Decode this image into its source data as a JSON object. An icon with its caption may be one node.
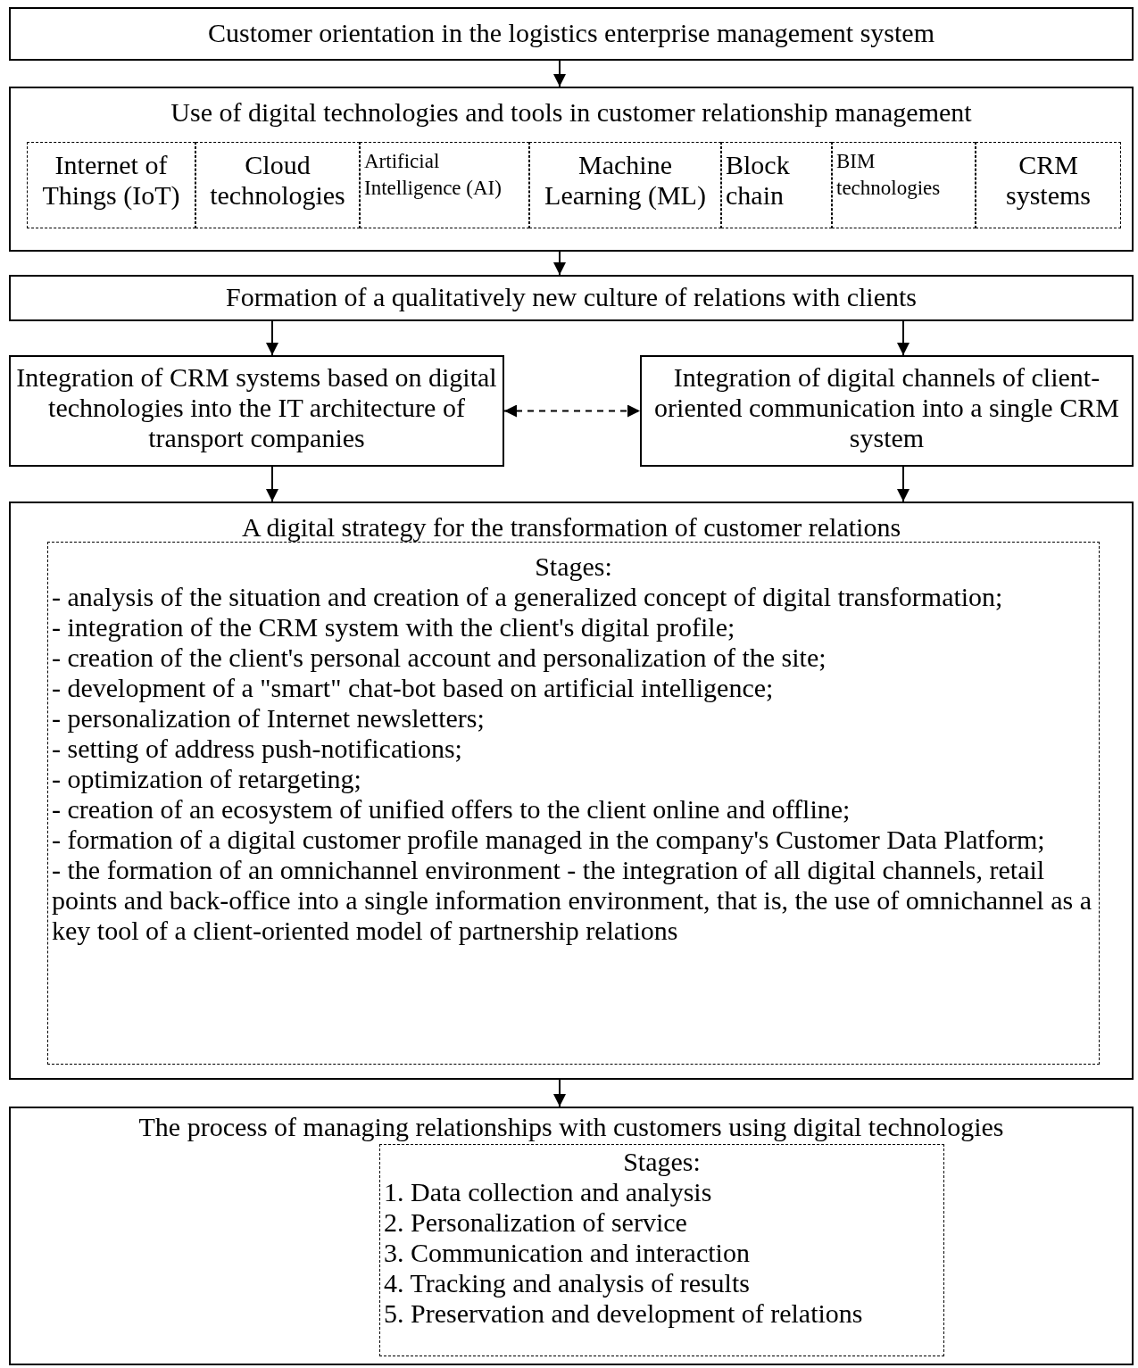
{
  "diagram": {
    "nodes": [
      {
        "text": [
          "Customer orientation in the logistics enterprise management system"
        ]
      },
      {
        "text": [
          "Use of digital technologies and tools in customer relationship management"
        ]
      },
      {
        "text": [
          "Internet of Things (IoT)"
        ],
        "in": 1
      },
      {
        "text": [
          "Cloud technologies"
        ],
        "in": 1
      },
      {
        "text": [
          "Artificial Intelligence (AI)"
        ],
        "in": 1
      },
      {
        "text": [
          "Machine Learning (ML)"
        ],
        "in": 1
      },
      {
        "text": [
          "Block chain"
        ],
        "in": 1
      },
      {
        "text": [
          "BIM technologies"
        ],
        "in": 1
      },
      {
        "text": [
          "CRM systems"
        ],
        "in": 1
      },
      {
        "text": [
          "Formation of a qualitatively new culture of relations with clients"
        ]
      },
      {
        "text": [
          "Integration of CRM systems based on digital technologies into the IT architecture of transport companies"
        ]
      },
      {
        "text": [
          "Integration of digital channels of client-oriented communication into a single CRM system"
        ]
      },
      {
        "text": [
          "A digital strategy for the transformation of customer relations"
        ]
      },
      {
        "text": [
          "Stages:",
          "- analysis of the situation and creation of a generalized concept of digital transformation;",
          "- integration of the CRM system with the client's digital profile;",
          "- creation of the client's personal account and personalization of the site;",
          "- development of a \"smart\" chat-bot based on artificial intelligence;",
          "- personalization of Internet newsletters;",
          "- setting of address push-notifications;",
          "- optimization of retargeting;",
          "- creation of an ecosystem of unified offers to the client online and offline;",
          "- formation of a digital customer profile managed in the company's Customer Data Platform;",
          "- the formation of an omnichannel environment - the integration of all digital channels, retail points and back-office into a single information environment, that is, the use of omnichannel as a key tool of a client-oriented model of partnership relations"
        ],
        "in": 12
      },
      {
        "text": [
          "The process of managing relationships with customers using digital technologies"
        ]
      },
      {
        "text": [
          "Stages:",
          "1. Data collection and analysis",
          "2. Personalization of service",
          "3. Communication and interaction",
          "4. Tracking and analysis of results",
          "5. Preservation and development of relations"
        ],
        "in": 14
      }
    ],
    "edges": [
      {
        "from": 0,
        "to": 1,
        "arrow": "to"
      },
      {
        "from": 1,
        "to": 9,
        "arrow": "to"
      },
      {
        "from": 9,
        "to": 10,
        "arrow": "to"
      },
      {
        "from": 9,
        "to": 11,
        "arrow": "to"
      },
      {
        "from": 10,
        "to": 11,
        "arrow": "both",
        "style": "dashed"
      },
      {
        "from": 10,
        "to": 12,
        "arrow": "to"
      },
      {
        "from": 11,
        "to": 12,
        "arrow": "to"
      },
      {
        "from": 12,
        "to": 14,
        "arrow": "to"
      }
    ]
  }
}
